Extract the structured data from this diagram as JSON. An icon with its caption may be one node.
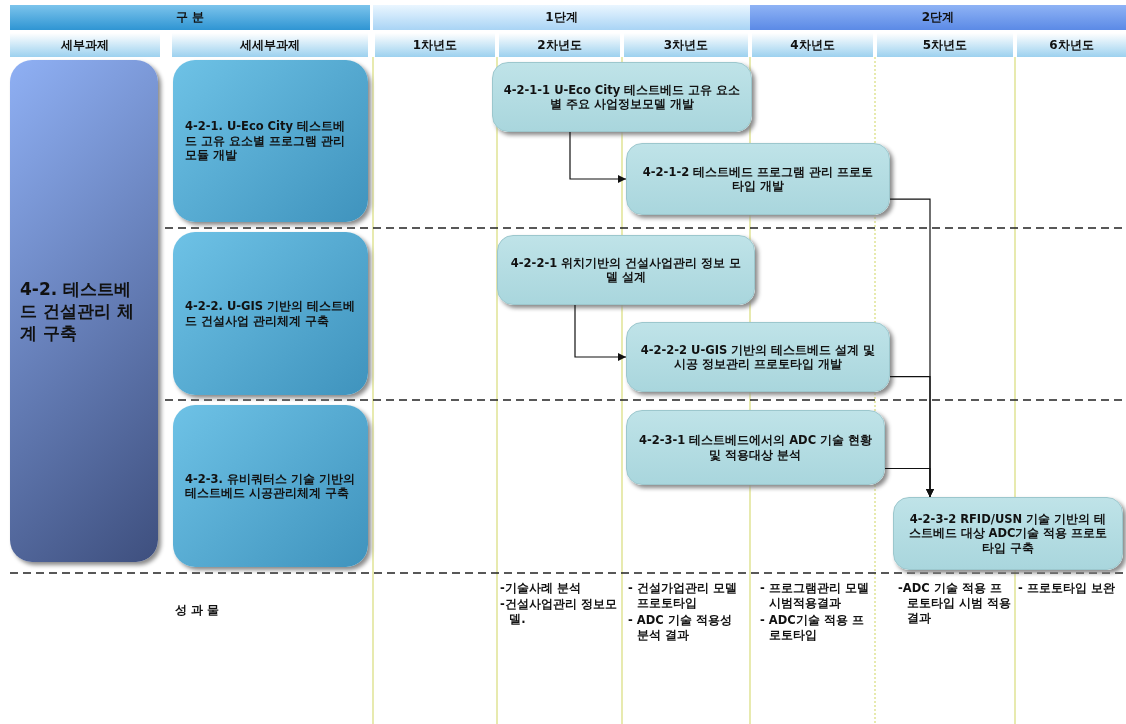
{
  "diagram": {
    "nodes": [
      {
        "text": [
          "4-2. 테스트베드 건설관리 체계 구축"
        ]
      },
      {
        "text": [
          "4-2-1. U-Eco City 테스트베드 고유 요소별 프로그램 관리 모듈 개발"
        ]
      },
      {
        "text": [
          "4-2-2. U-GIS 기반의 테스트베드 건설사업 관리체계 구축"
        ]
      },
      {
        "text": [
          "4-2-3. 유비쿼터스 기술 기반의 테스트베드 시공관리체계 구축"
        ]
      },
      {
        "text": [
          "4-2-1-1 U-Eco City 테스트베드 고유 요소별 주요 사업정보모델 개발"
        ]
      },
      {
        "text": [
          "4-2-1-2 테스트베드 프로그램 관리 프로토타입 개발"
        ]
      },
      {
        "text": [
          "4-2-2-1 위치기반의 건설사업관리 정보 모델 설계"
        ]
      },
      {
        "text": [
          "4-2-2-2 U-GIS 기반의 테스트베드 설계 및 시공 정보관리 프로토타입 개발"
        ]
      },
      {
        "text": [
          "4-2-3-1 테스트베드에서의 ADC 기술 현황 및 적용대상 분석"
        ]
      },
      {
        "text": [
          "4-2-3-2 RFID/USN 기술 기반의 테스트베드 대상 ADC기술 적용 프로토타입 구축"
        ]
      }
    ],
    "edges": [
      {
        "from": 4,
        "to": 5,
        "arrow": "to"
      },
      {
        "from": 6,
        "to": 7,
        "arrow": "to"
      },
      {
        "from": 8,
        "to": 9,
        "arrow": "to"
      },
      {
        "from": 5,
        "to": 9,
        "arrow": "to"
      },
      {
        "from": 7,
        "to": 9,
        "arrow": "to"
      }
    ],
    "labels": [
      "구 분",
      "1단계",
      "2단계",
      "세부과제",
      "세세부과제",
      "1차년도",
      "2차년도",
      "3차년도",
      "4차년도",
      "5차년도",
      "6차년도",
      "성 과 물",
      "-기술사례 분석",
      "-건설사업관리 정보모델.",
      "- 건설가업관리 모델 프로토타입",
      "- ADC 기술 적용성 분석 결과",
      "- 프로그램관리 모델 시범적용결과",
      "- ADC기술 적용 프로토타입",
      "-ADC 기술 적용 프로토타입 시범 적용결과",
      "- 프로토타입 보완"
    ]
  }
}
